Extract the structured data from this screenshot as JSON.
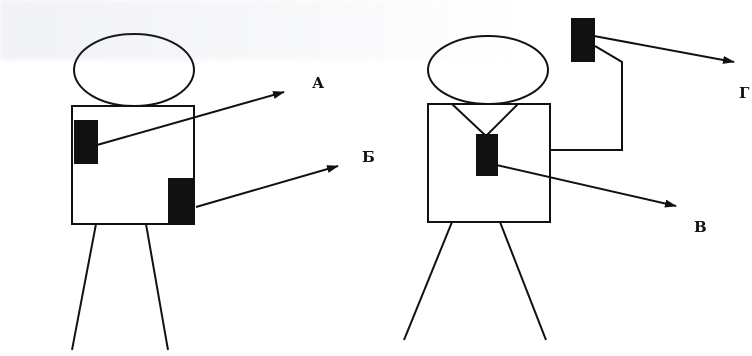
{
  "labels": {
    "a": "А",
    "b": "Б",
    "v": "В",
    "g": "Г"
  },
  "colors": {
    "ink": "#111111",
    "background": "#ffffff"
  }
}
